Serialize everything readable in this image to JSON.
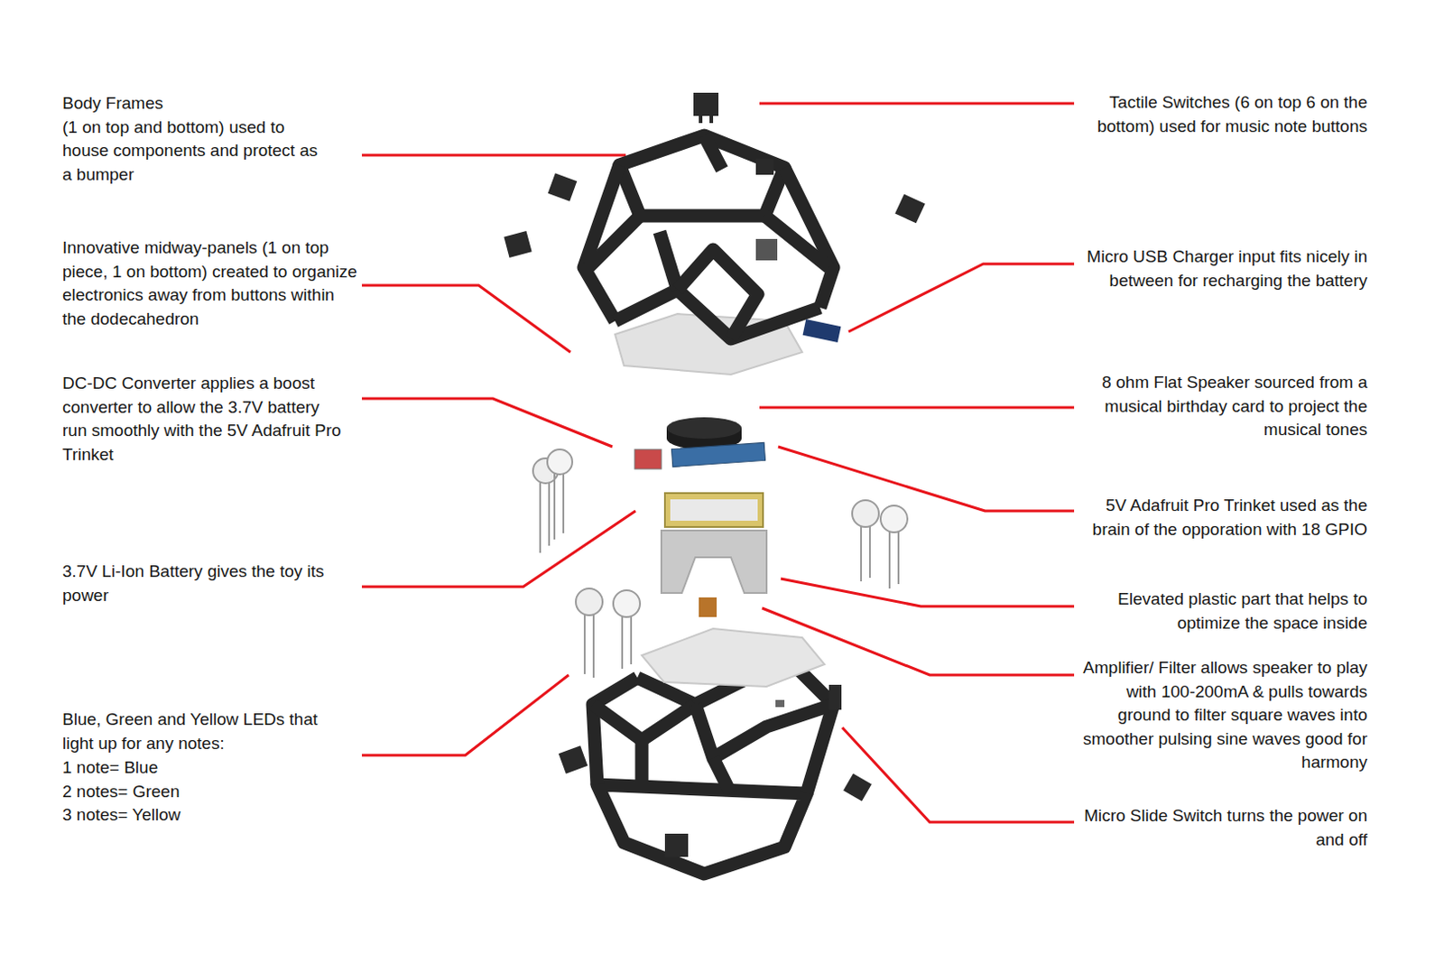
{
  "diagram": {
    "labels": [
      "Body Frames",
      "(1 on top and bottom) used to house components and protect as a bumper",
      "Innovative midway-panels (1 on top piece, 1 on bottom) created to organize electronics away from buttons within the dodecahedron",
      "DC-DC Converter applies a boost converter to allow the 3.7V battery run smoothly with the 5V Adafruit Pro Trinket",
      "3.7V Li-Ion Battery gives the toy its power",
      "Blue, Green and Yellow LEDs that light up for any notes:",
      "1 note= Blue",
      "2 notes= Green",
      "3 notes= Yellow",
      "Tactile Switches (6 on top 6 on the bottom) used for music note buttons",
      "Micro USB Charger input fits nicely in between for recharging the battery",
      "8 ohm Flat Speaker sourced from a musical birthday card to project the musical tones",
      "5V Adafruit Pro Trinket used as the brain of the opporation with 18 GPIO",
      "Elevated plastic part that helps to optimize the space inside",
      "Amplifier/ Filter allows speaker to play with 100-200mA & pulls towards ground to filter square waves into smoother pulsing sine waves good for harmony",
      "Micro Slide Switch turns the power on and off"
    ]
  }
}
